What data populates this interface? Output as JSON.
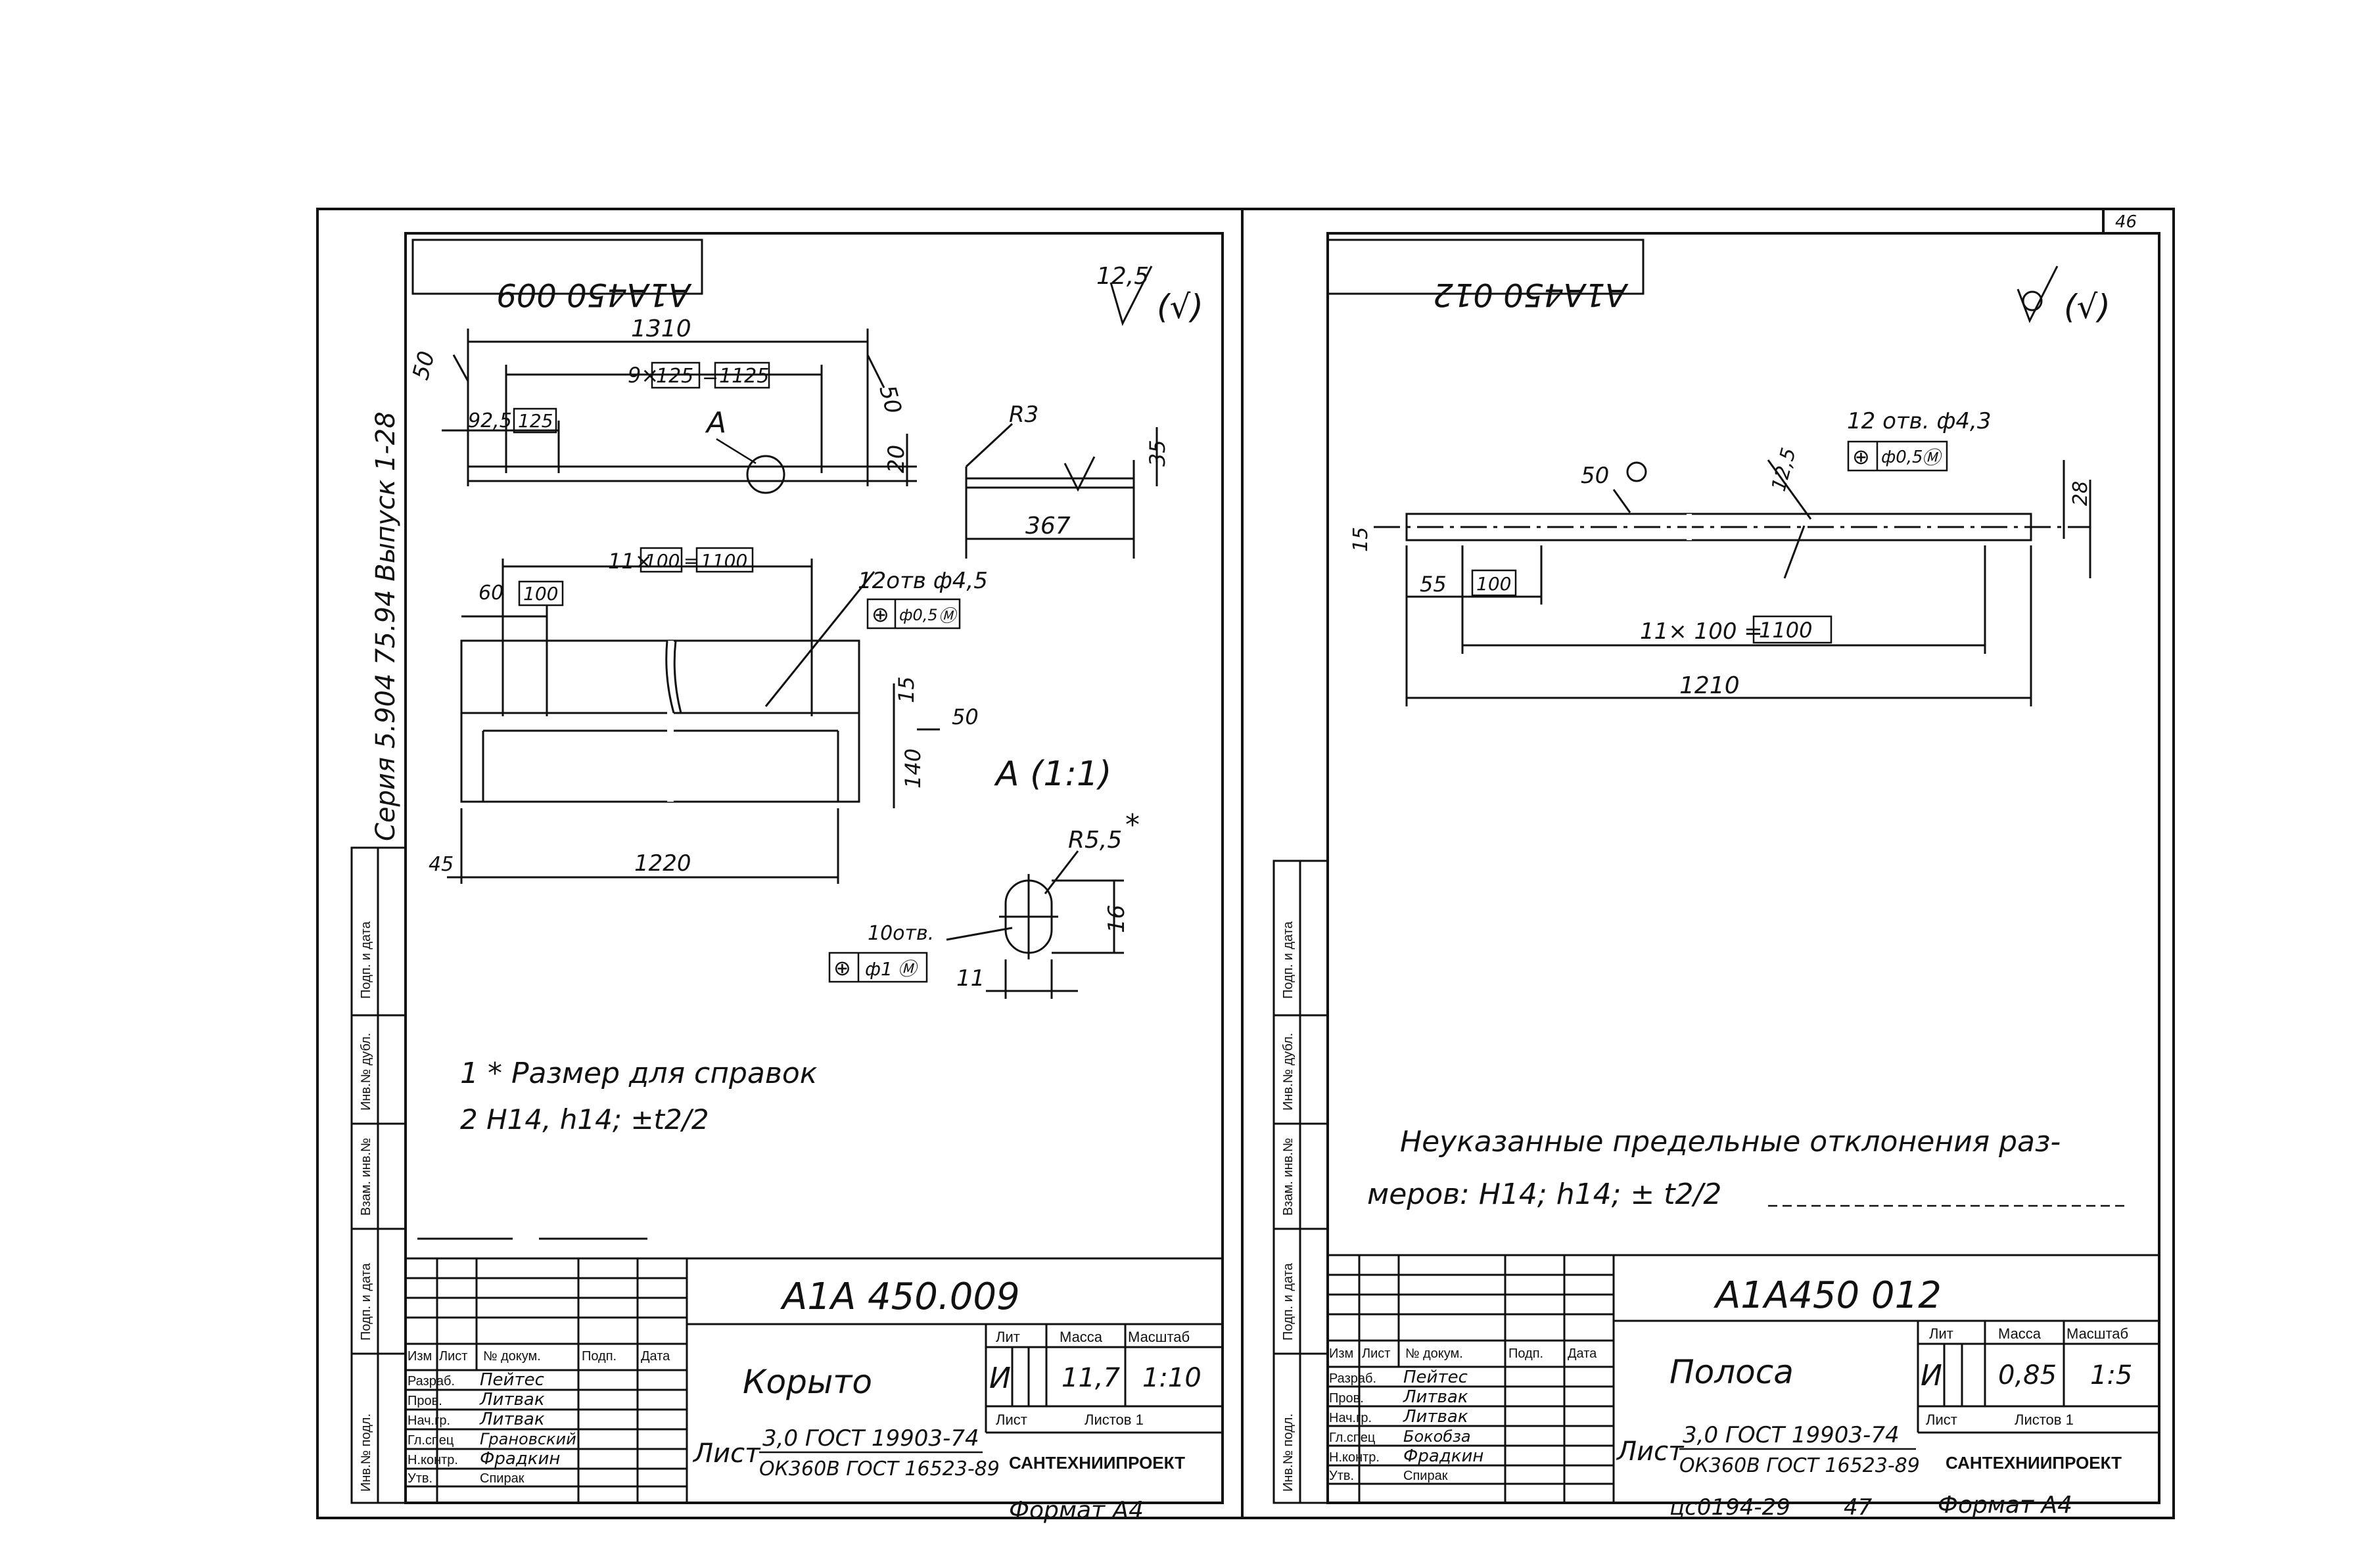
{
  "page": {
    "page_number": "46",
    "series_label": "Серия 5.904 75.94  Выпуск 1-28",
    "bottom_codes": {
      "doc_ref": "цс0194-29",
      "sheet_ref": "47"
    }
  },
  "side_stamp": {
    "labels": [
      "Подп. и дата",
      "Инв.№ дубл.",
      "Взам. инв.№",
      "Подп. и дата",
      "Инв.№ подл."
    ]
  },
  "drawings": [
    {
      "mirrored_code": "A1A450 009",
      "roughness": "12,5",
      "roughness_mark": "(√)",
      "dims": {
        "overall": "1310",
        "side_left": "50",
        "side_right": "50",
        "pitch_count": "9×",
        "pitch": "125",
        "pitch_total": "1125",
        "edge": "92,5",
        "edge_box": "125",
        "section_mark": "A",
        "height": "20",
        "radius": "R3",
        "h35": "35",
        "len367": "367",
        "pitch2_count": "11×",
        "pitch2": "100",
        "pitch2_total": "1100",
        "edge60": "60",
        "edge60_box": "100",
        "holes": "12отв ф4,5",
        "hole_tol_pos": "⊕",
        "hole_tol": "ф0,5",
        "hole_tol_m": "Ⓜ",
        "d15": "15",
        "d50": "50",
        "d140": "140",
        "d45": "45",
        "d1220": "1220"
      },
      "detail": {
        "title": "A (1:1)",
        "radius": "R5,5",
        "star": "*",
        "holes": "10отв.",
        "tol_pos": "⊕",
        "tol": "ф1",
        "tol_m": "Ⓜ",
        "h16": "16",
        "w11": "11"
      },
      "notes": [
        "1 * Размер для справок",
        "2 Н14, h14; ±t2/2"
      ],
      "title_block": {
        "designation": "A1A 450.009",
        "part_name": "Корыто",
        "lit": "И",
        "mass": "11,7",
        "scale": "1:10",
        "col_lit": "Лит",
        "col_mass": "Масса",
        "col_scale": "Масштаб",
        "sheet": "Лист",
        "sheets": "Листов 1",
        "material_prefix": "Лист",
        "material_top": "3,0  ГОСТ 19903-74",
        "material_bottom": "ОК360В ГОСТ 16523-89",
        "company": "САНТЕХНИИПРОЕКТ",
        "format": "Формат А4",
        "header_cols": [
          "Изм",
          "Лист",
          "№ докум.",
          "Подп.",
          "Дата"
        ],
        "roles": [
          "Разраб.",
          "Пров.",
          "Нач.гр.",
          "Гл.спец",
          "Н.контр.",
          "Утв."
        ],
        "names": [
          "Пейтес",
          "Литвак",
          "Литвак",
          "Грановский",
          "Фрадкин",
          "Спирак"
        ]
      }
    },
    {
      "mirrored_code": "A1A450 012",
      "roughness": "",
      "roughness_mark": "(√)",
      "dims": {
        "holes": "12 отв. ф4,3",
        "hole_roughness": "12,5",
        "hole_tol_pos": "⊕",
        "hole_tol": "ф0,5",
        "hole_tol_m": "Ⓜ",
        "balloon": "50",
        "d15": "15",
        "d28": "28",
        "d55": "55",
        "d55_box": "100",
        "pitch_count": "11× 100 =",
        "pitch_total": "1100",
        "overall": "1210"
      },
      "notes": [
        "Неуказанные предельные отклонения раз-",
        "меров: Н14; h14; ± t2/2"
      ],
      "title_block": {
        "designation": "A1A450 012",
        "part_name": "Полоса",
        "lit": "И",
        "mass": "0,85",
        "scale": "1:5",
        "col_lit": "Лит",
        "col_mass": "Масса",
        "col_scale": "Масштаб",
        "sheet": "Лист",
        "sheets": "Листов 1",
        "material_prefix": "Лист",
        "material_top": "3,0  ГОСТ 19903-74",
        "material_bottom": "ОК360В ГОСТ 16523-89",
        "company": "САНТЕХНИИПРОЕКТ",
        "format": "Формат А4",
        "header_cols": [
          "Изм",
          "Лист",
          "№ докум.",
          "Подп.",
          "Дата"
        ],
        "roles": [
          "Разраб.",
          "Пров.",
          "Нач.гр.",
          "Гл.спец",
          "Н.контр.",
          "Утв."
        ],
        "names": [
          "Пейтес",
          "Литвак",
          "Литвак",
          "Бокобза",
          "Фрадкин",
          "Спирак"
        ]
      }
    }
  ]
}
